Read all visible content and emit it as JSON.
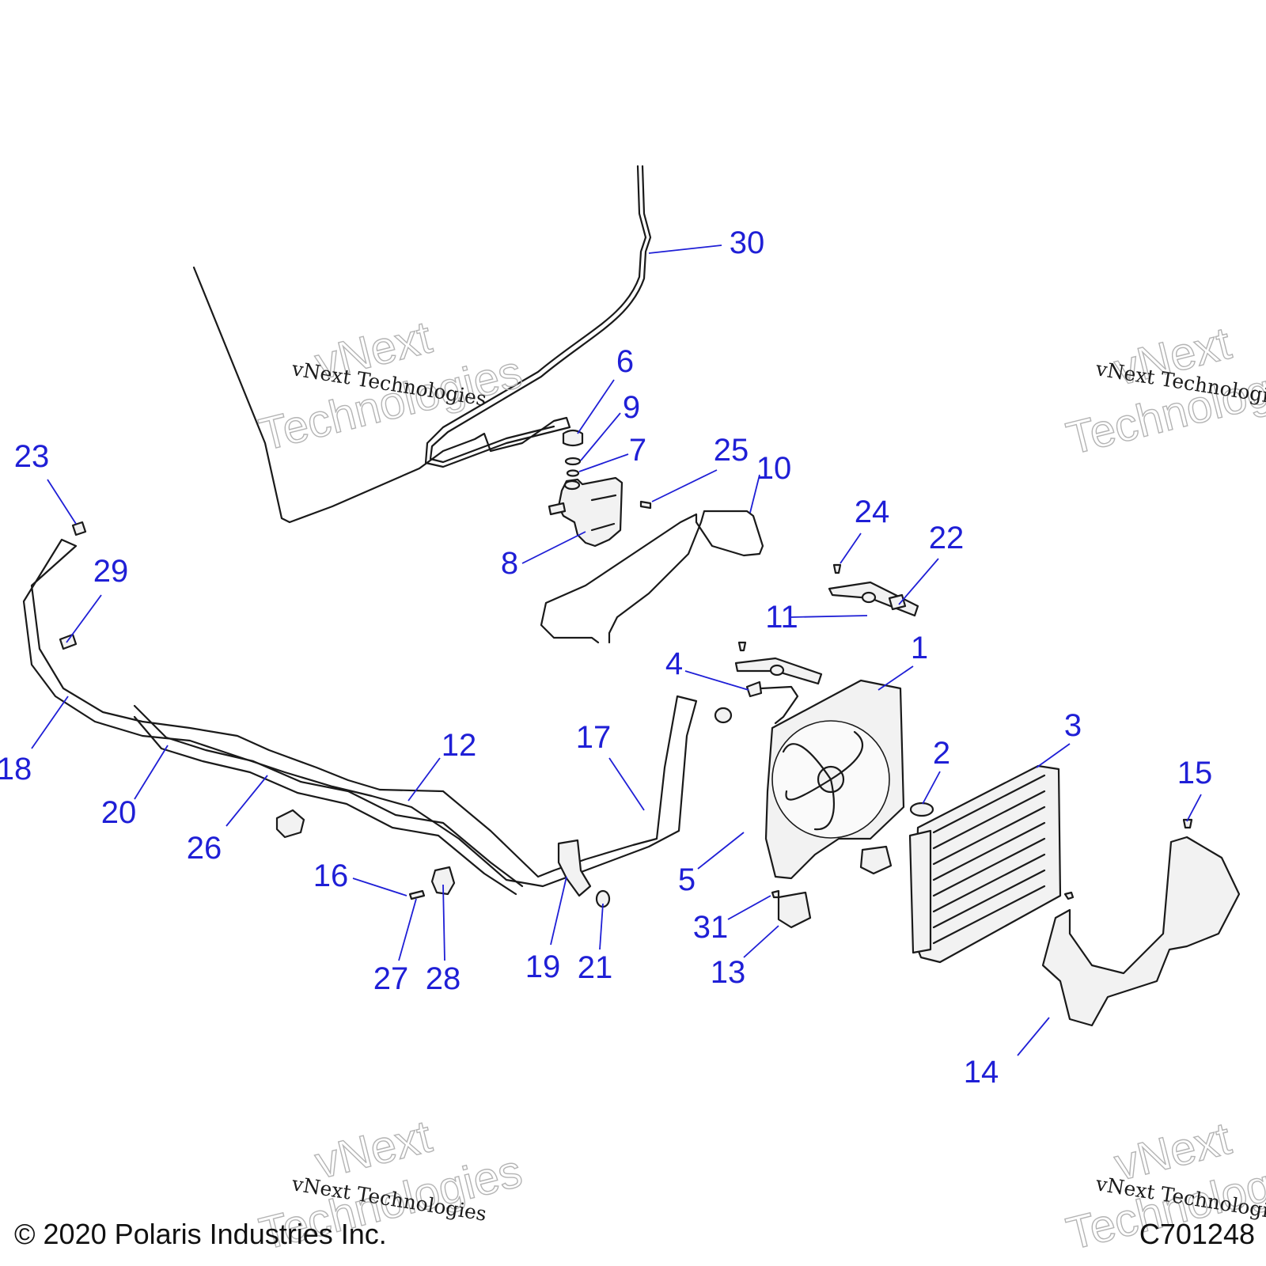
{
  "colors": {
    "callout": "#1f1fd6",
    "leader": "#1f1fd6",
    "outline": "#1a1a1a",
    "watermark": "#b4b4b4"
  },
  "watermark": {
    "small": "vNext Technologies",
    "big_line1": "vNext",
    "big_line2": "Technologies"
  },
  "footer": {
    "copyright": "© 2020 Polaris Industries Inc.",
    "figure_id": "C701248"
  },
  "callouts": [
    {
      "label": "1",
      "part": "fan-shroud"
    },
    {
      "label": "2",
      "part": "radiator-cap"
    },
    {
      "label": "3",
      "part": "radiator"
    },
    {
      "label": "4",
      "part": "fan-connector"
    },
    {
      "label": "5",
      "part": "screw"
    },
    {
      "label": "6",
      "part": "reservoir-cap"
    },
    {
      "label": "7",
      "part": "reservoir-neck"
    },
    {
      "label": "8",
      "part": "coolant-reservoir"
    },
    {
      "label": "9",
      "part": "gasket"
    },
    {
      "label": "10",
      "part": "overflow-hose"
    },
    {
      "label": "11",
      "part": "nut"
    },
    {
      "label": "12",
      "part": "coolant-tube"
    },
    {
      "label": "13",
      "part": "bracket"
    },
    {
      "label": "14",
      "part": "air-deflector"
    },
    {
      "label": "15",
      "part": "screw"
    },
    {
      "label": "16",
      "part": "screw"
    },
    {
      "label": "17",
      "part": "radiator-hose"
    },
    {
      "label": "18",
      "part": "hose"
    },
    {
      "label": "19",
      "part": "elbow-hose"
    },
    {
      "label": "20",
      "part": "coolant-tube"
    },
    {
      "label": "21",
      "part": "hose-clamp"
    },
    {
      "label": "22",
      "part": "mount-bracket"
    },
    {
      "label": "23",
      "part": "fitting"
    },
    {
      "label": "24",
      "part": "screw"
    },
    {
      "label": "25",
      "part": "screw"
    },
    {
      "label": "26",
      "part": "tube-clip"
    },
    {
      "label": "27",
      "part": "screw"
    },
    {
      "label": "28",
      "part": "clamp"
    },
    {
      "label": "29",
      "part": "clip"
    },
    {
      "label": "30",
      "part": "vent-line"
    },
    {
      "label": "31",
      "part": "screw"
    }
  ]
}
